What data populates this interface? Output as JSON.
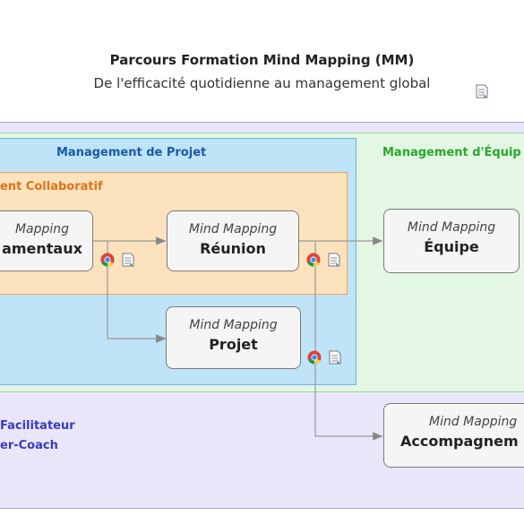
{
  "header": {
    "title": "Parcours Formation Mind Mapping (MM)",
    "subtitle": "De l'efficacité quotidienne au management global"
  },
  "zones": {
    "projet": "Management de Projet",
    "collaboratif": "ent Collaboratif",
    "equipe": "Management d'Équip",
    "facilitateur_line1": "Facilitateur",
    "facilitateur_line2": "er-Coach"
  },
  "nodes": {
    "fondamentaux": {
      "kicker": "Mapping",
      "main": "amentaux"
    },
    "reunion": {
      "kicker": "Mind Mapping",
      "main": "Réunion"
    },
    "projet": {
      "kicker": "Mind Mapping",
      "main": "Projet"
    },
    "equipe": {
      "kicker": "Mind Mapping",
      "main": "Équipe"
    },
    "accompagnement": {
      "kicker": "Mind Mapping",
      "main": "Accompagnem"
    }
  },
  "icons": {
    "browser": "chrome-icon",
    "note": "note-icon"
  },
  "colors": {
    "projet_fill": "#bfe3f7",
    "collab_fill": "#fde2be",
    "equipe_fill": "#e4f7e4",
    "facilitateur_fill": "#e8e6f8",
    "projet_text": "#1a5aa8",
    "collab_text": "#e0731a",
    "equipe_text": "#2aa72a",
    "facilitateur_text": "#3a3ac0"
  }
}
